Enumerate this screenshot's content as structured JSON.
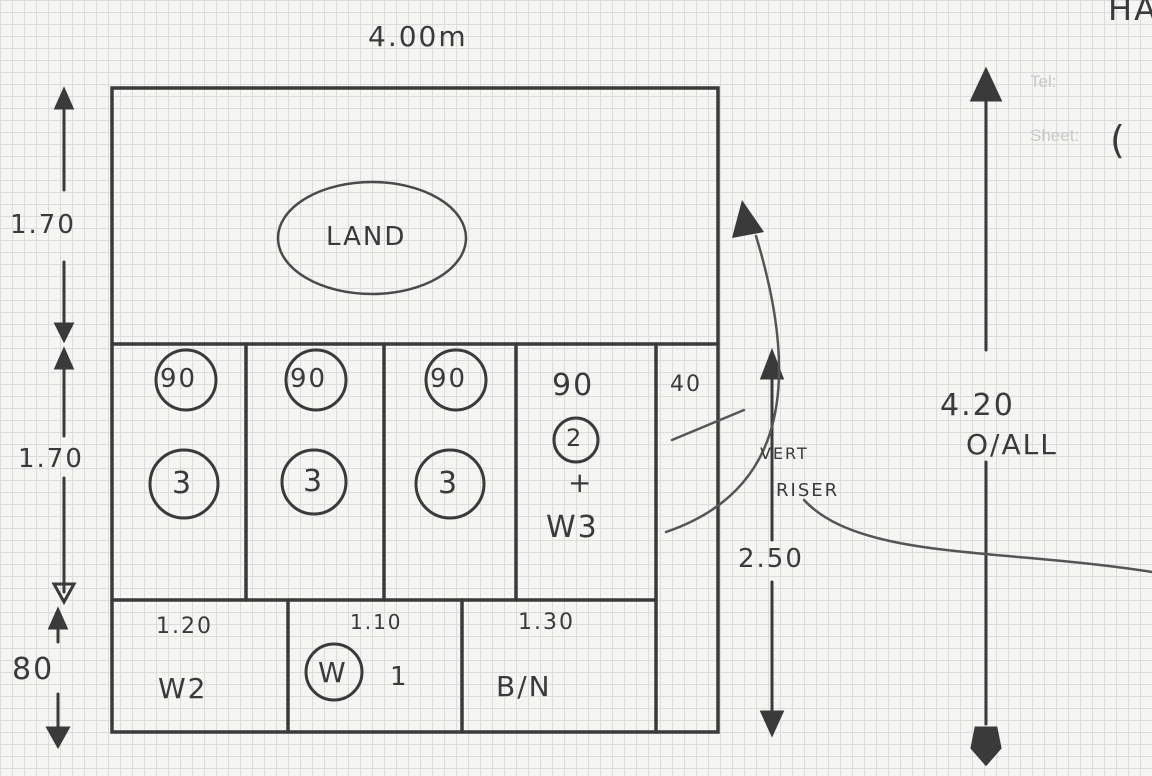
{
  "header": {
    "corner_text": "HA",
    "tel_label": "Tel:",
    "sheet_label": "Sheet:",
    "sheet_value": "("
  },
  "plan": {
    "top_width": "4.00m",
    "landing_label": "LAND",
    "left_dims": [
      "1.70",
      "1.70",
      "80"
    ],
    "upper_cells": [
      {
        "num": "90",
        "count": "3"
      },
      {
        "num": "90",
        "count": "3"
      },
      {
        "num": "90",
        "count": "3"
      },
      {
        "num": "90",
        "count": "2",
        "plus": "+",
        "extra": "W3"
      }
    ],
    "narrow_cell": "40",
    "lower_cells": [
      {
        "dim": "1.20",
        "label": "W2"
      },
      {
        "dim": "1.10",
        "label": "W",
        "suffix": "1"
      },
      {
        "dim": "1.30",
        "label": "B/N"
      }
    ],
    "riser_label_line1": "VERT",
    "riser_label_line2": "RISER",
    "riser_height": "2.50",
    "overall_height": "4.20",
    "overall_label": "O/ALL"
  },
  "colors": {
    "ink": "#3a3a3a",
    "grid": "#dcdcdc",
    "paper": "#f5f5f3"
  }
}
